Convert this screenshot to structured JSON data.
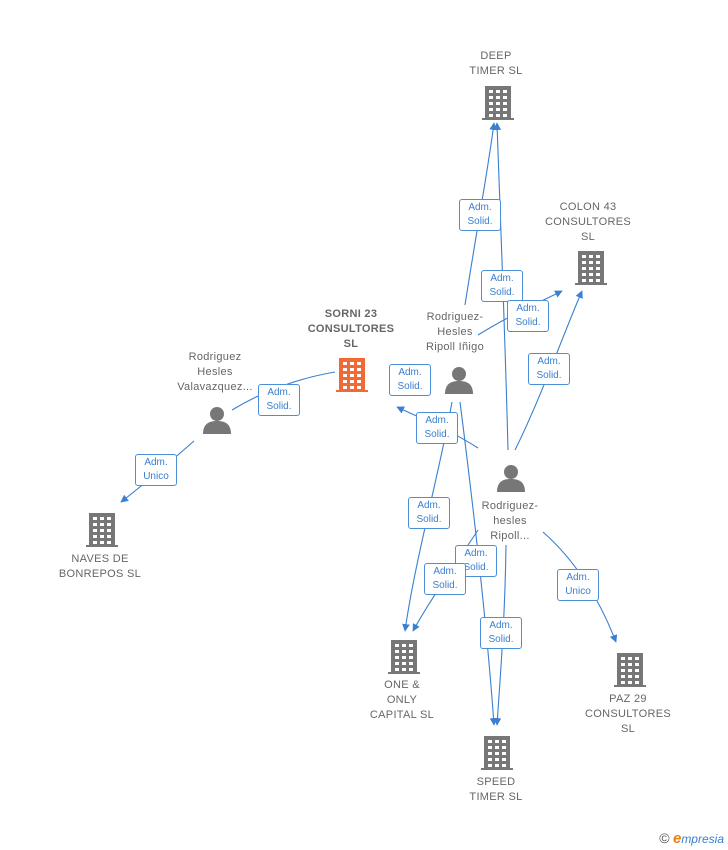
{
  "colors": {
    "edge": "#3a7fd0",
    "company": "#777777",
    "focus_company": "#f06a35",
    "person": "#777777"
  },
  "nodes": {
    "deep_timer": {
      "label": "DEEP\nTIMER  SL",
      "icon": "building-icon"
    },
    "colon43": {
      "label": "COLON 43\nCONSULTORES\nSL",
      "icon": "building-icon"
    },
    "sorni23": {
      "label": "SORNI 23\nCONSULTORES\nSL",
      "icon": "building-icon"
    },
    "p_valavazquez": {
      "label": "Rodriguez\nHesles\nValavazquez...",
      "icon": "person-icon"
    },
    "p_inigo": {
      "label": "Rodriguez-\nHesles\nRipoll Iñigo",
      "icon": "person-icon"
    },
    "p_ripoll": {
      "label": "Rodriguez-\nhesles\nRipoll...",
      "icon": "person-icon"
    },
    "naves": {
      "label": "NAVES DE\nBONREPOS SL",
      "icon": "building-icon"
    },
    "one_only": {
      "label": "ONE &\nONLY\nCAPITAL  SL",
      "icon": "building-icon"
    },
    "speed_timer": {
      "label": "SPEED\nTIMER  SL",
      "icon": "building-icon"
    },
    "paz29": {
      "label": "PAZ 29\nCONSULTORES\nSL",
      "icon": "building-icon"
    }
  },
  "edge_labels": {
    "e1": "Adm.\nSolid.",
    "e2": "Adm.\nSolid.",
    "e3": "Adm.\nSolid.",
    "e4": "Adm.\nSolid.",
    "e5": "Adm.\nSolid.",
    "e6": "Adm.\nSolid.",
    "e7": "Adm.\nSolid.",
    "e8": "Adm.\nUnico",
    "e9": "Adm.\nSolid.",
    "e10": "Adm.\nSolid.",
    "e11": "Adm.\nSolid.",
    "e12": "Adm.\nSolid.",
    "e13": "Adm.\nUnico"
  },
  "footer": {
    "copyright": "©",
    "brand_initial": "e",
    "brand_rest": "mpresia"
  }
}
